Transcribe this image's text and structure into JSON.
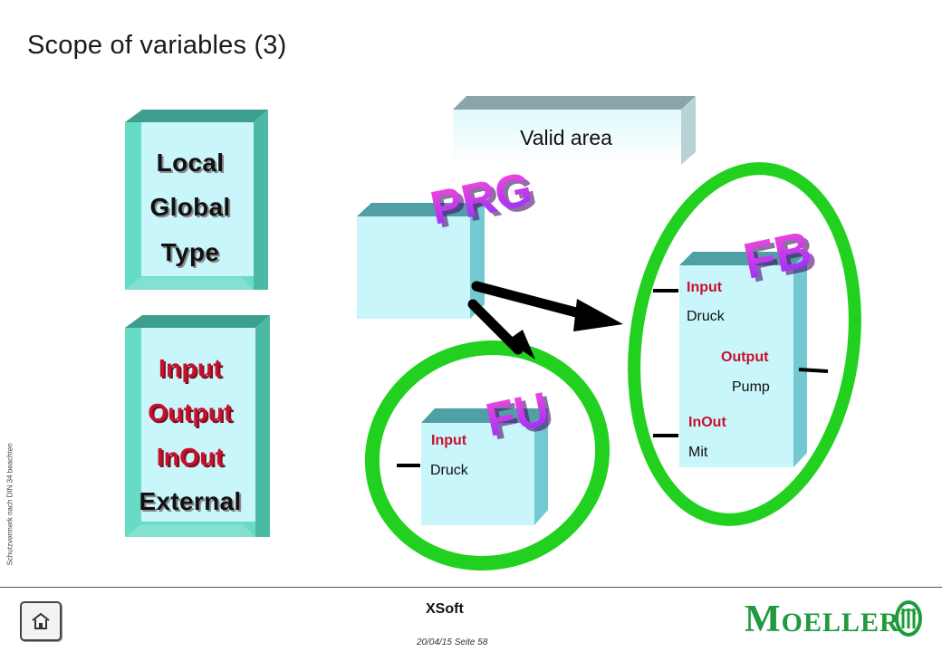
{
  "title": "Scope of variables (3)",
  "scope_block_top": {
    "items": [
      "Local",
      "Global",
      "Type"
    ]
  },
  "scope_block_bottom": {
    "items": [
      "Input",
      "Output",
      "InOut",
      "External"
    ]
  },
  "valid_area": {
    "label": "Valid area"
  },
  "prg": {
    "label": "PRG"
  },
  "fu": {
    "label": "FU",
    "ports": {
      "input_label": "Input",
      "input_var": "Druck"
    }
  },
  "fb": {
    "label": "FB",
    "ports": {
      "input_label": "Input",
      "input_var": "Druck",
      "output_label": "Output",
      "output_var": "Pump",
      "inout_label": "InOut",
      "inout_var": "Mit"
    }
  },
  "footer": {
    "product": "XSoft",
    "page_info": "20/04/15 Seite 58",
    "side_note": "Schutzvermerk nach DIN 34 beachten",
    "logo": "MOELLER"
  },
  "colors": {
    "block_front": "#66dcc5",
    "block_top": "#3c9e8f",
    "block_side": "#4cb9a6",
    "cube_front": "#c8f6fb",
    "cube_top": "#4f9fa6",
    "cube_side": "#74c8d1",
    "ellipse_green": "#22d11f",
    "logo_green": "#1f9a3d",
    "text_red": "#c8102e",
    "gradient_purple": "#8e2cff",
    "gradient_pink": "#ff4ad8"
  }
}
